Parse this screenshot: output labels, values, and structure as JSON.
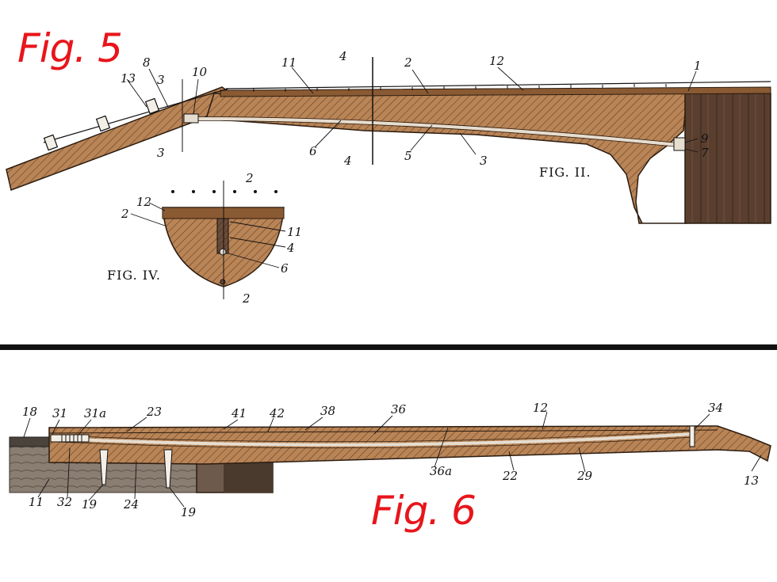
{
  "fig5": {
    "title": "Fig. 5",
    "caption_main": "FIG. II.",
    "caption_inset": "FIG. IV.",
    "callouts": {
      "c8": "8",
      "c13": "13",
      "c3a": "3",
      "c3b": "3",
      "c10": "10",
      "c11": "11",
      "c4a": "4",
      "c4b": "4",
      "c2": "2",
      "c12": "12",
      "c1": "1",
      "c6": "6",
      "c5": "5",
      "c3c": "3",
      "c9": "9",
      "c7": "7"
    },
    "inset_callouts": {
      "top2": "2",
      "i12": "12",
      "i2": "2",
      "i11": "11",
      "i4": "4",
      "i6": "6",
      "bottom2": "2"
    }
  },
  "fig6": {
    "title": "Fig. 6",
    "callouts": {
      "c18": "18",
      "c31": "31",
      "c31a": "31a",
      "c23": "23",
      "c41": "41",
      "c42": "42",
      "c38": "38",
      "c36": "36",
      "c12": "12",
      "c34": "34",
      "c11": "11",
      "c32": "32",
      "c19a": "19",
      "c24": "24",
      "c19b": "19",
      "c36a": "36a",
      "c22": "22",
      "c29": "29",
      "c13": "13"
    }
  },
  "colors": {
    "wood": "#b98456",
    "body_dark": "#5a3f2f",
    "title_red": "#e8151b",
    "rod": "#e6ddd0"
  }
}
